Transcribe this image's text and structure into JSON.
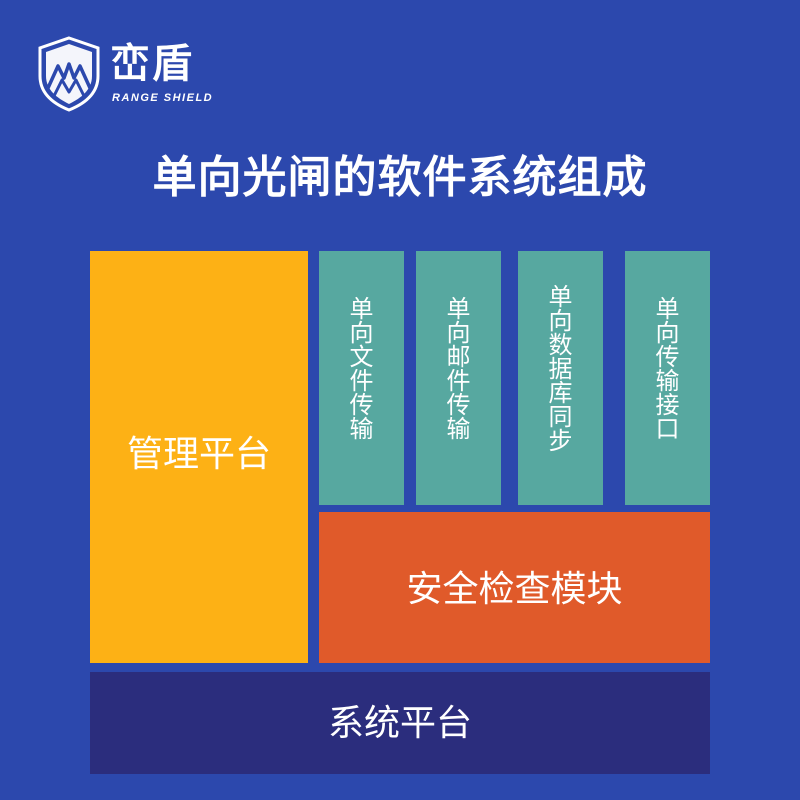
{
  "brand": {
    "name_cn": "峦盾",
    "name_en": "RANGE SHIELD"
  },
  "title": "单向光闸的软件系统组成",
  "blocks": {
    "management_platform": "管理平台",
    "modules": [
      {
        "label": "单向文件传输"
      },
      {
        "label": "单向邮件传输"
      },
      {
        "label": "单向数据库同步"
      },
      {
        "label": "单向传输接口"
      }
    ],
    "security_check": "安全检查模块",
    "system_platform": "系统平台"
  },
  "colors": {
    "background": "#2c48ad",
    "management": "#fdb115",
    "module": "#57a8a0",
    "security": "#e05a2a",
    "system": "#2b2d7d",
    "text": "#ffffff"
  }
}
